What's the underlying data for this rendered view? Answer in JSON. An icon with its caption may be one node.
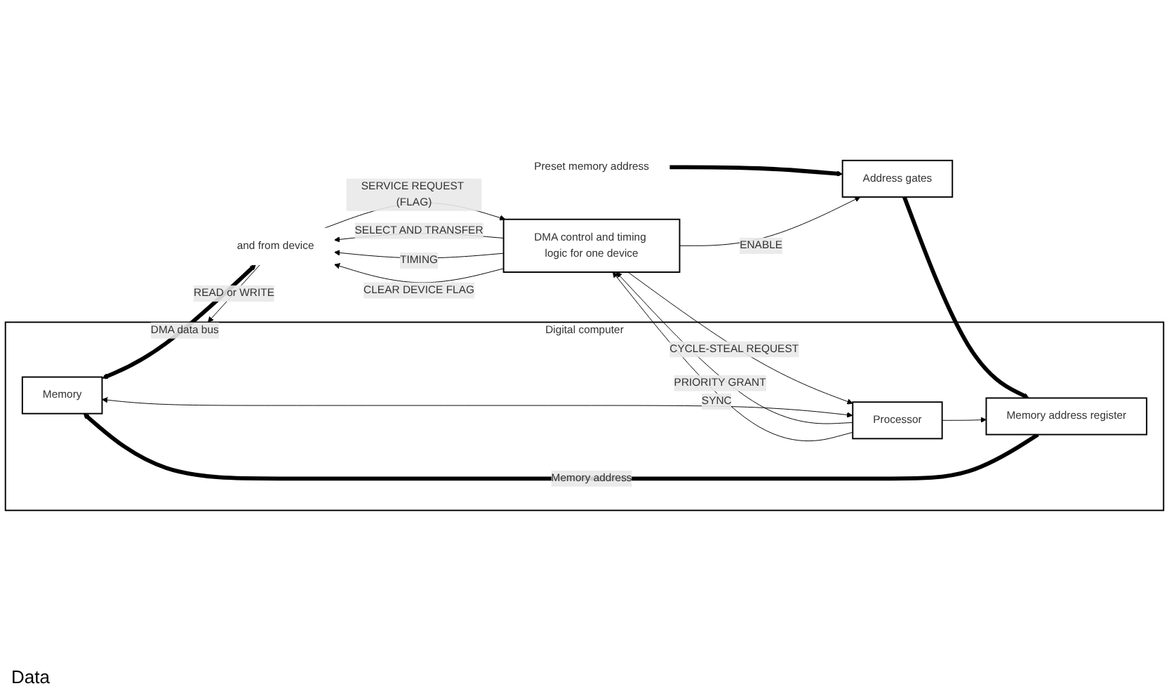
{
  "diagram": {
    "nodes": [
      {
        "text": [
          "Digital computer"
        ]
      },
      {
        "text": [
          "Memory"
        ],
        "in": 0
      },
      {
        "text": [
          "Memory address register"
        ],
        "in": 0
      },
      {
        "text": [
          "Processor"
        ],
        "in": 0
      },
      {
        "text": [
          "Address gates"
        ]
      },
      {
        "text": [
          "DMA control and timing logic for one device"
        ]
      },
      {
        "text": [
          "Preset memory address"
        ]
      },
      {
        "text": [
          "and from device"
        ]
      }
    ],
    "edges": [
      {
        "from": 1,
        "to": 7,
        "arrow": "both",
        "label": "DMA data bus",
        "style": "thick"
      },
      {
        "from": 7,
        "to": 0,
        "arrow": "to",
        "label": "READ or WRITE"
      },
      {
        "from": 2,
        "to": 1,
        "arrow": "to",
        "label": "Memory address",
        "style": "thick"
      },
      {
        "from": 4,
        "to": 2,
        "arrow": "to",
        "style": "thick"
      },
      {
        "from": 6,
        "to": 4,
        "arrow": "to",
        "style": "thick"
      },
      {
        "from": 3,
        "to": 2,
        "arrow": "to"
      },
      {
        "from": 3,
        "to": 1,
        "arrow": "both"
      },
      {
        "from": 5,
        "to": 4,
        "arrow": "to",
        "label": "ENABLE"
      },
      {
        "from": 5,
        "to": 7,
        "arrow": "to",
        "label": "SELECT AND TRANSFER"
      },
      {
        "from": 7,
        "to": 5,
        "arrow": "to",
        "label": "SERVICE REQUEST (FLAG)"
      },
      {
        "from": 5,
        "to": 7,
        "arrow": "to",
        "label": "TIMING"
      },
      {
        "from": 5,
        "to": 7,
        "arrow": "to",
        "label": "CLEAR DEVICE FLAG"
      },
      {
        "from": 5,
        "to": 3,
        "arrow": "to",
        "label": "CYCLE-STEAL REQUEST"
      },
      {
        "from": 3,
        "to": 5,
        "arrow": "to",
        "label": "PRIORITY GRANT"
      },
      {
        "from": 3,
        "to": 5,
        "arrow": "to",
        "label": "SYNC"
      }
    ],
    "labels": [
      "Data"
    ]
  }
}
